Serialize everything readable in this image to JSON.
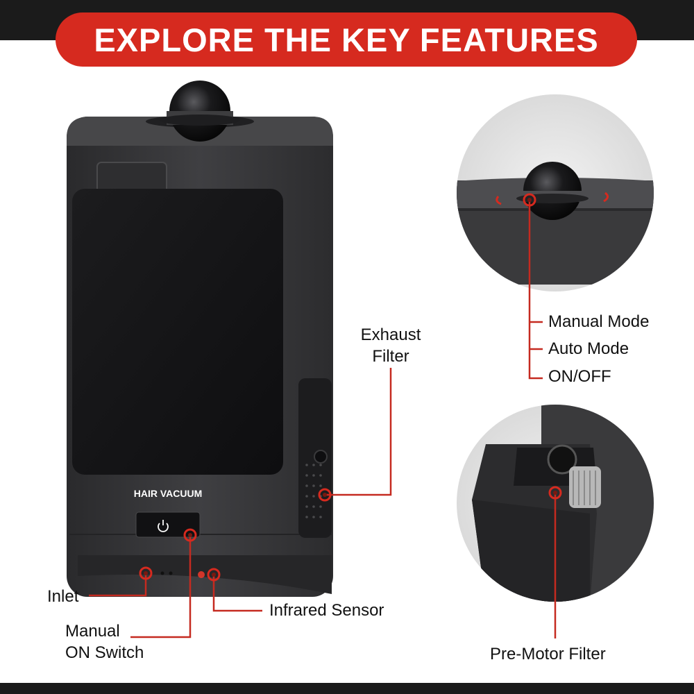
{
  "header": {
    "title": "EXPLORE THE KEY FEATURES"
  },
  "product": {
    "badge_text": "HAIR VACUUM",
    "power_icon": "power-icon"
  },
  "callouts": {
    "exhaust_filter": "Exhaust\nFilter",
    "inlet": "Inlet",
    "manual_on_switch": "Manual\nON Switch",
    "infrared_sensor": "Infrared Sensor",
    "manual_mode": "Manual Mode",
    "auto_mode": "Auto Mode",
    "on_off": "ON/OFF",
    "pre_motor_filter": "Pre-Motor Filter"
  },
  "colors": {
    "accent": "#d62a1f",
    "device": "#3a3a3c",
    "background": "#ffffff"
  }
}
